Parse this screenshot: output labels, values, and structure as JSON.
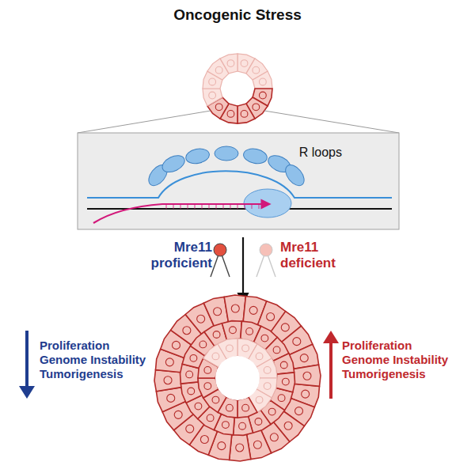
{
  "diagram": {
    "title": "Oncogenic Stress",
    "nodes": [
      {
        "text": [
          "R loops"
        ]
      }
    ],
    "labels": [
      "Mre11 proficient",
      "Mre11 deficient",
      "Proliferation Genome Instability Tumorigenesis",
      "Proliferation Genome Instability Tumorigenesis"
    ]
  }
}
